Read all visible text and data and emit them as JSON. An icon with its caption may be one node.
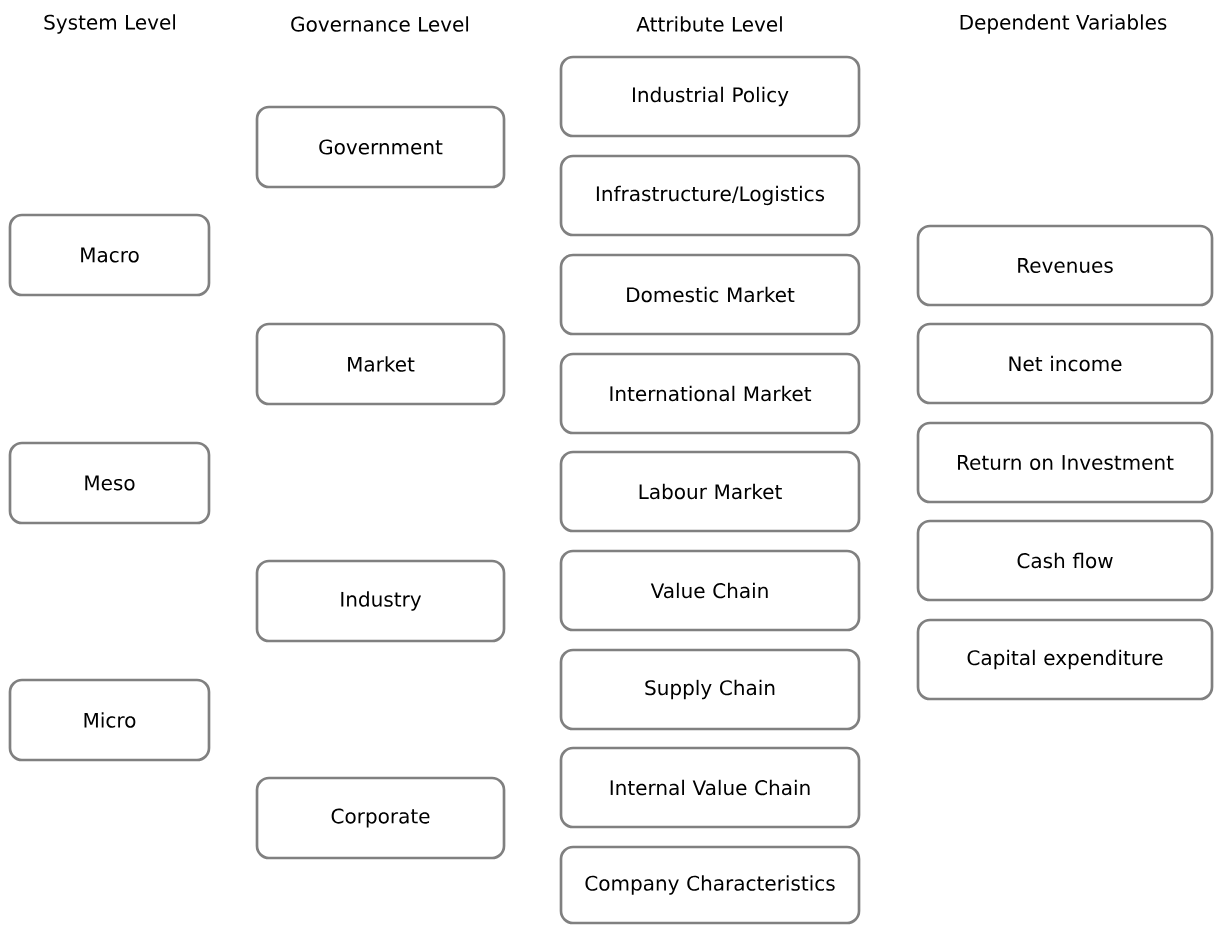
{
  "diagram": {
    "nodes": [
      {
        "text": [
          "Macro"
        ]
      },
      {
        "text": [
          "Meso"
        ]
      },
      {
        "text": [
          "Micro"
        ]
      },
      {
        "text": [
          "Government"
        ]
      },
      {
        "text": [
          "Market"
        ]
      },
      {
        "text": [
          "Industry"
        ]
      },
      {
        "text": [
          "Corporate"
        ]
      },
      {
        "text": [
          "Industrial Policy"
        ]
      },
      {
        "text": [
          "Infrastructure/Logistics"
        ]
      },
      {
        "text": [
          "Domestic Market"
        ]
      },
      {
        "text": [
          "International Market"
        ]
      },
      {
        "text": [
          "Labour Market"
        ]
      },
      {
        "text": [
          "Value Chain"
        ]
      },
      {
        "text": [
          "Supply Chain"
        ]
      },
      {
        "text": [
          "Internal Value Chain"
        ]
      },
      {
        "text": [
          "Company Characteristics"
        ]
      },
      {
        "text": [
          "Revenues"
        ]
      },
      {
        "text": [
          "Net income"
        ]
      },
      {
        "text": [
          "Return on Investment"
        ]
      },
      {
        "text": [
          "Cash flow"
        ]
      },
      {
        "text": [
          "Capital expenditure"
        ]
      }
    ],
    "labels": [
      "System Level",
      "Governance Level",
      "Attribute Level",
      "Dependent Variables"
    ]
  }
}
